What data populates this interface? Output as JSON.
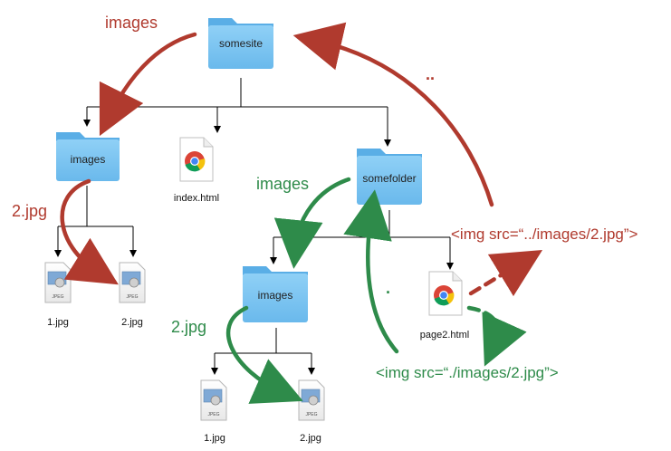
{
  "colors": {
    "red": "#b03a2e",
    "green": "#2e8b4a",
    "folder_front": "#79c3f0",
    "folder_back": "#5aaee6",
    "tree_lines": "#000000"
  },
  "folders": {
    "somesite": "somesite",
    "images_top": "images",
    "somefolder": "somefolder",
    "images_sub": "images"
  },
  "files": {
    "index": "index.html",
    "page2": "page2.html",
    "jpg1_top": "1.jpg",
    "jpg2_top": "2.jpg",
    "jpg1_sub": "1.jpg",
    "jpg2_sub": "2.jpg",
    "jpeg_badge": "JPEG"
  },
  "annotations": {
    "red_images": "images",
    "red_dotdot": "..",
    "red_2jpg": "2.jpg",
    "red_code": "<img src=“../images/2.jpg”>",
    "green_images": "images",
    "green_dot": ".",
    "green_2jpg": "2.jpg",
    "green_code": "<img src=“./images/2.jpg”>"
  },
  "icons": {
    "folder": "folder-icon",
    "html": "chrome-html-file-icon",
    "jpeg": "jpeg-file-icon"
  }
}
